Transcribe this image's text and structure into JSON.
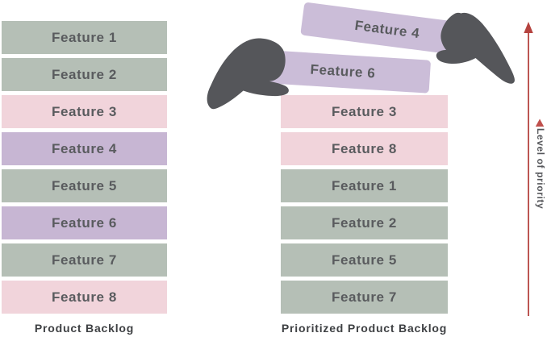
{
  "colors": {
    "bar_green": "#b5bfb6",
    "bar_pink": "#f1d4db",
    "bar_purple": "#c7b6d3",
    "bar_purple_light": "#cbbdd8",
    "hand": "#55565a",
    "arrow_red": "#b5433f",
    "marker_red": "#c0504d",
    "bar_text": "#595b5e",
    "caption_text": "#3e4043"
  },
  "left_column": {
    "caption": "Product Backlog",
    "bars": [
      {
        "label": "Feature 1",
        "color": "green"
      },
      {
        "label": "Feature 2",
        "color": "green"
      },
      {
        "label": "Feature 3",
        "color": "pink"
      },
      {
        "label": "Feature 4",
        "color": "purple"
      },
      {
        "label": "Feature 5",
        "color": "green"
      },
      {
        "label": "Feature 6",
        "color": "purple"
      },
      {
        "label": "Feature 7",
        "color": "green"
      },
      {
        "label": "Feature 8",
        "color": "pink"
      }
    ]
  },
  "right_column": {
    "caption": "Prioritized Product Backlog",
    "bars": [
      {
        "label": "Feature 3",
        "color": "pink"
      },
      {
        "label": "Feature 8",
        "color": "pink"
      },
      {
        "label": "Feature 1",
        "color": "green"
      },
      {
        "label": "Feature 2",
        "color": "green"
      },
      {
        "label": "Feature 5",
        "color": "green"
      },
      {
        "label": "Feature 7",
        "color": "green"
      }
    ]
  },
  "floating_bars": [
    {
      "label": "Feature 4",
      "color": "purple_light",
      "held_by": "right-hand"
    },
    {
      "label": "Feature 6",
      "color": "purple_light",
      "held_by": "left-hand"
    }
  ],
  "priority_axis": {
    "label": "Level of priority"
  }
}
